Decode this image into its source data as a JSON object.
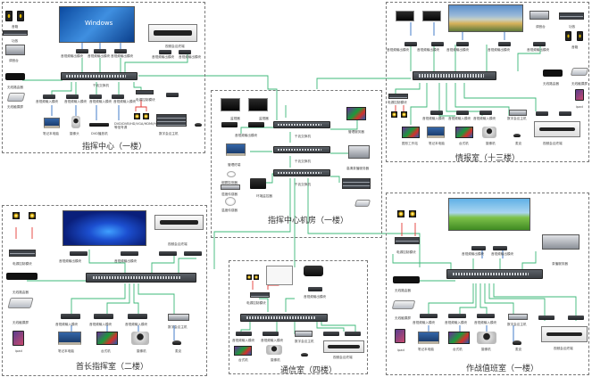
{
  "diagram": {
    "colors": {
      "network_link": "#3cb878",
      "av_link": "#2f6fc2",
      "power_link": "#e53935",
      "zone_border": "#777777"
    },
    "zones": {
      "command_center": {
        "title": "指挥中心（一楼）",
        "video_wall_text": "Windows",
        "devices": {
          "speakers": "音箱",
          "amplifier": "功放",
          "mixer": "调音台",
          "wireless_router": "无线路由器",
          "touch_panel": "无线触摸屏",
          "av_encoder_1": "音视频输出模块",
          "av_encoder_2": "音视频输出模块",
          "av_encoder_3": "音视频输出模块",
          "vc_terminal": "视频会议终端",
          "vc_out_1": "音视频输出模块",
          "vc_out_2": "音视频输出模块",
          "switch": "千兆交换机",
          "in_module_1": "音视频输入模块",
          "in_module_2": "音视频输入模块",
          "in_module_3": "音视频输入模块",
          "in_module_4": "音视频输入模块",
          "power_module": "电源控制模块",
          "laptop": "笔记本电脑",
          "camera": "摄像头",
          "dvd": "DVD播放机",
          "dvd_sources": "DVD/DVB/HD/VGA/HDMI/HD等信号源",
          "conference_host": "数字会议主机"
        }
      },
      "machine_room": {
        "title": "指挥中心机房（一楼）",
        "devices": {
          "monitor_1": "监视器",
          "monitor_2": "监视器",
          "av_decoder": "音视频输出模块",
          "core_switch_1": "千兆交换机",
          "core_switch_2": "千兆交换机",
          "core_switch_3": "千兆交换机",
          "mgmt_server": "管理服务器",
          "mgmt_terminal": "管理终端",
          "recording_server": "高清录播服务器",
          "smoke_sensor": "烟雾探测器",
          "humidity_sensor": "湿度传感器",
          "temperature_sensor": "温度传感器",
          "env_host": "环境监控器",
          "storage": "存储设备",
          "touch_panel": "触摸屏"
        }
      },
      "intel_room": {
        "title": "情报室（十三楼）",
        "devices": {
          "out_module_1": "音视频输出模块",
          "out_module_2": "音视频输出模块",
          "out_module_3": "音视频输出模块",
          "out_module_4": "音视频输出模块",
          "out_module_5": "音视频输出模块",
          "mixer": "调音台",
          "amplifier": "功放",
          "speakers": "音箱",
          "wireless_router": "无线路由器",
          "touch_panel": "无线触摸屏",
          "ipad": "ipad",
          "power_module": "电源控制模块",
          "graphics_workstation": "图形工作站",
          "in_module_1": "音视频输入模块",
          "in_module_2": "音视频输入模块",
          "in_module_3": "音视频输入模块",
          "laptop": "笔记本电脑",
          "desktop": "台式机",
          "camera": "摄像机",
          "conference_host": "数字会议主机",
          "mic": "麦克",
          "vc_terminal": "视频会议终端"
        }
      },
      "chief_room": {
        "title": "首长指挥室（二楼）",
        "devices": {
          "power_module": "电源控制模块",
          "wireless_router": "无线路由器",
          "touch_panel": "无线触摸屏",
          "ipad": "ipad",
          "out_module_1": "音视频输出模块",
          "out_module_2": "音视频输出模块",
          "vc_terminal": "视频会议终端",
          "in_module_1": "音视频输入模块",
          "in_module_2": "音视频输入模块",
          "in_module_3": "音视频输入模块",
          "conference_host": "数字会议主机",
          "laptop": "笔记本电脑",
          "desktop": "台式机",
          "camera": "摄像机",
          "mic": "麦克"
        }
      },
      "comm_room": {
        "title": "通信室（四楼）",
        "devices": {
          "power_module": "电源控制模块",
          "out_module": "音视频输出模块",
          "in_module_1": "音视频输入模块",
          "in_module_2": "音视频输入模块",
          "conference_host": "数字会议主机",
          "desktop": "台式机",
          "camera": "摄像机",
          "vc_terminal": "视频会议终端"
        }
      },
      "duty_room": {
        "title": "作战值班室（一楼）",
        "devices": {
          "power_module": "电源控制模块",
          "out_module_1": "音视频输出模块",
          "out_module_2": "音视频输出模块",
          "recording_server": "录播服务器",
          "wireless_router": "无线路由器",
          "touch_panel": "无线触摸屏",
          "ipad": "ipad",
          "in_module_1": "音视频输入模块",
          "in_module_2": "音视频输入模块",
          "in_module_3": "音视频输入模块",
          "conference_host": "数字会议主机",
          "laptop": "笔记本电脑",
          "desktop": "台式机",
          "camera": "摄像机",
          "mic": "麦克",
          "vc_terminal": "视频会议终端"
        }
      }
    }
  }
}
